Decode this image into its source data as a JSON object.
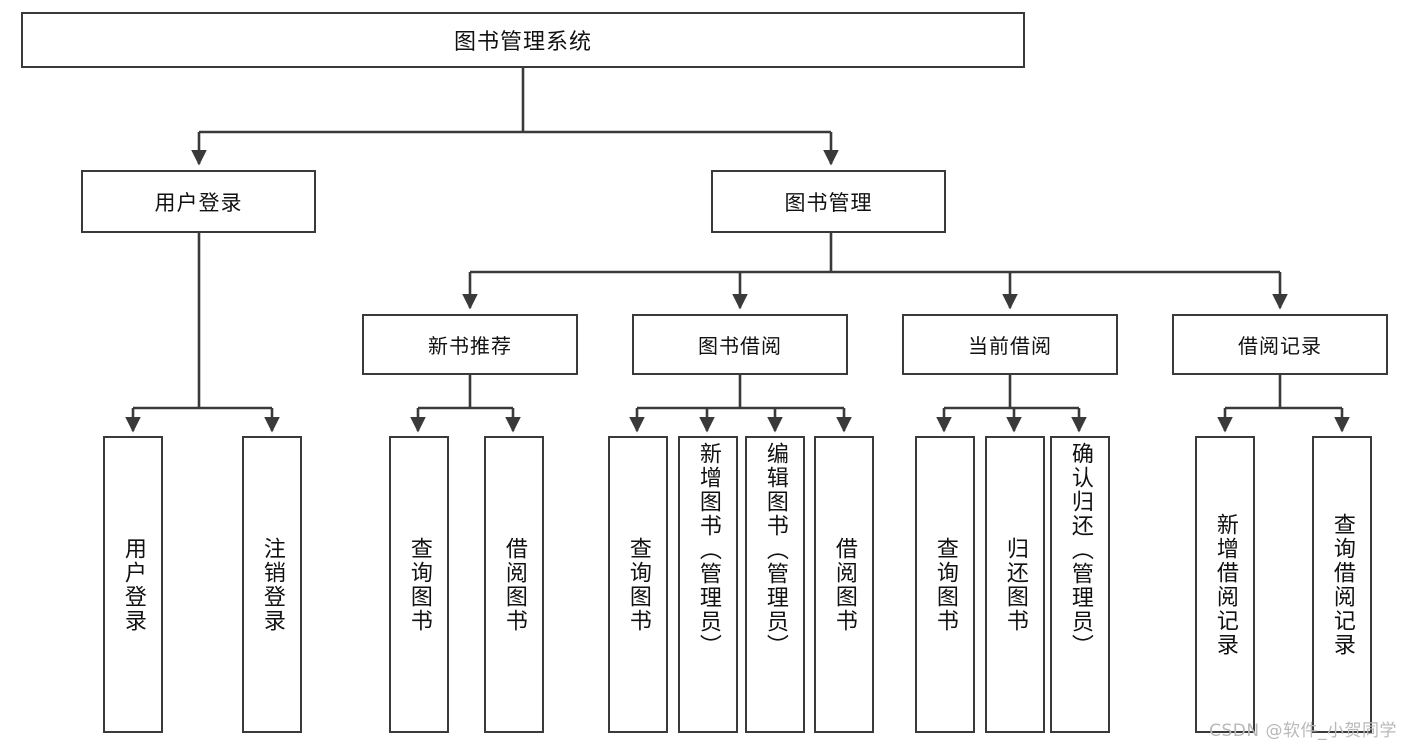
{
  "diagram": {
    "title": "图书管理系统",
    "watermark": "CSDN @软件_小贺同学",
    "line_color": "#3a3a3a",
    "background_color": "#ffffff",
    "text_color": "#111111",
    "root": {
      "label": "图书管理系统"
    },
    "level1": [
      {
        "label": "用户登录"
      },
      {
        "label": "图书管理"
      }
    ],
    "level2": [
      {
        "label": "新书推荐"
      },
      {
        "label": "图书借阅"
      },
      {
        "label": "当前借阅"
      },
      {
        "label": "借阅记录"
      }
    ],
    "leaves": {
      "user_login": [
        {
          "label": "用户登录"
        },
        {
          "label": "注销登录"
        }
      ],
      "new_book_recommend": [
        {
          "label": "查询图书"
        },
        {
          "label": "借阅图书"
        }
      ],
      "book_borrow": [
        {
          "label": "查询图书"
        },
        {
          "label": "新增图书（管理员）"
        },
        {
          "label": "编辑图书（管理员）"
        },
        {
          "label": "借阅图书"
        }
      ],
      "current_borrow": [
        {
          "label": "查询图书"
        },
        {
          "label": "归还图书"
        },
        {
          "label": "确认归还（管理员）"
        }
      ],
      "borrow_record": [
        {
          "label": "新增借阅记录"
        },
        {
          "label": "查询借阅记录"
        }
      ]
    }
  }
}
